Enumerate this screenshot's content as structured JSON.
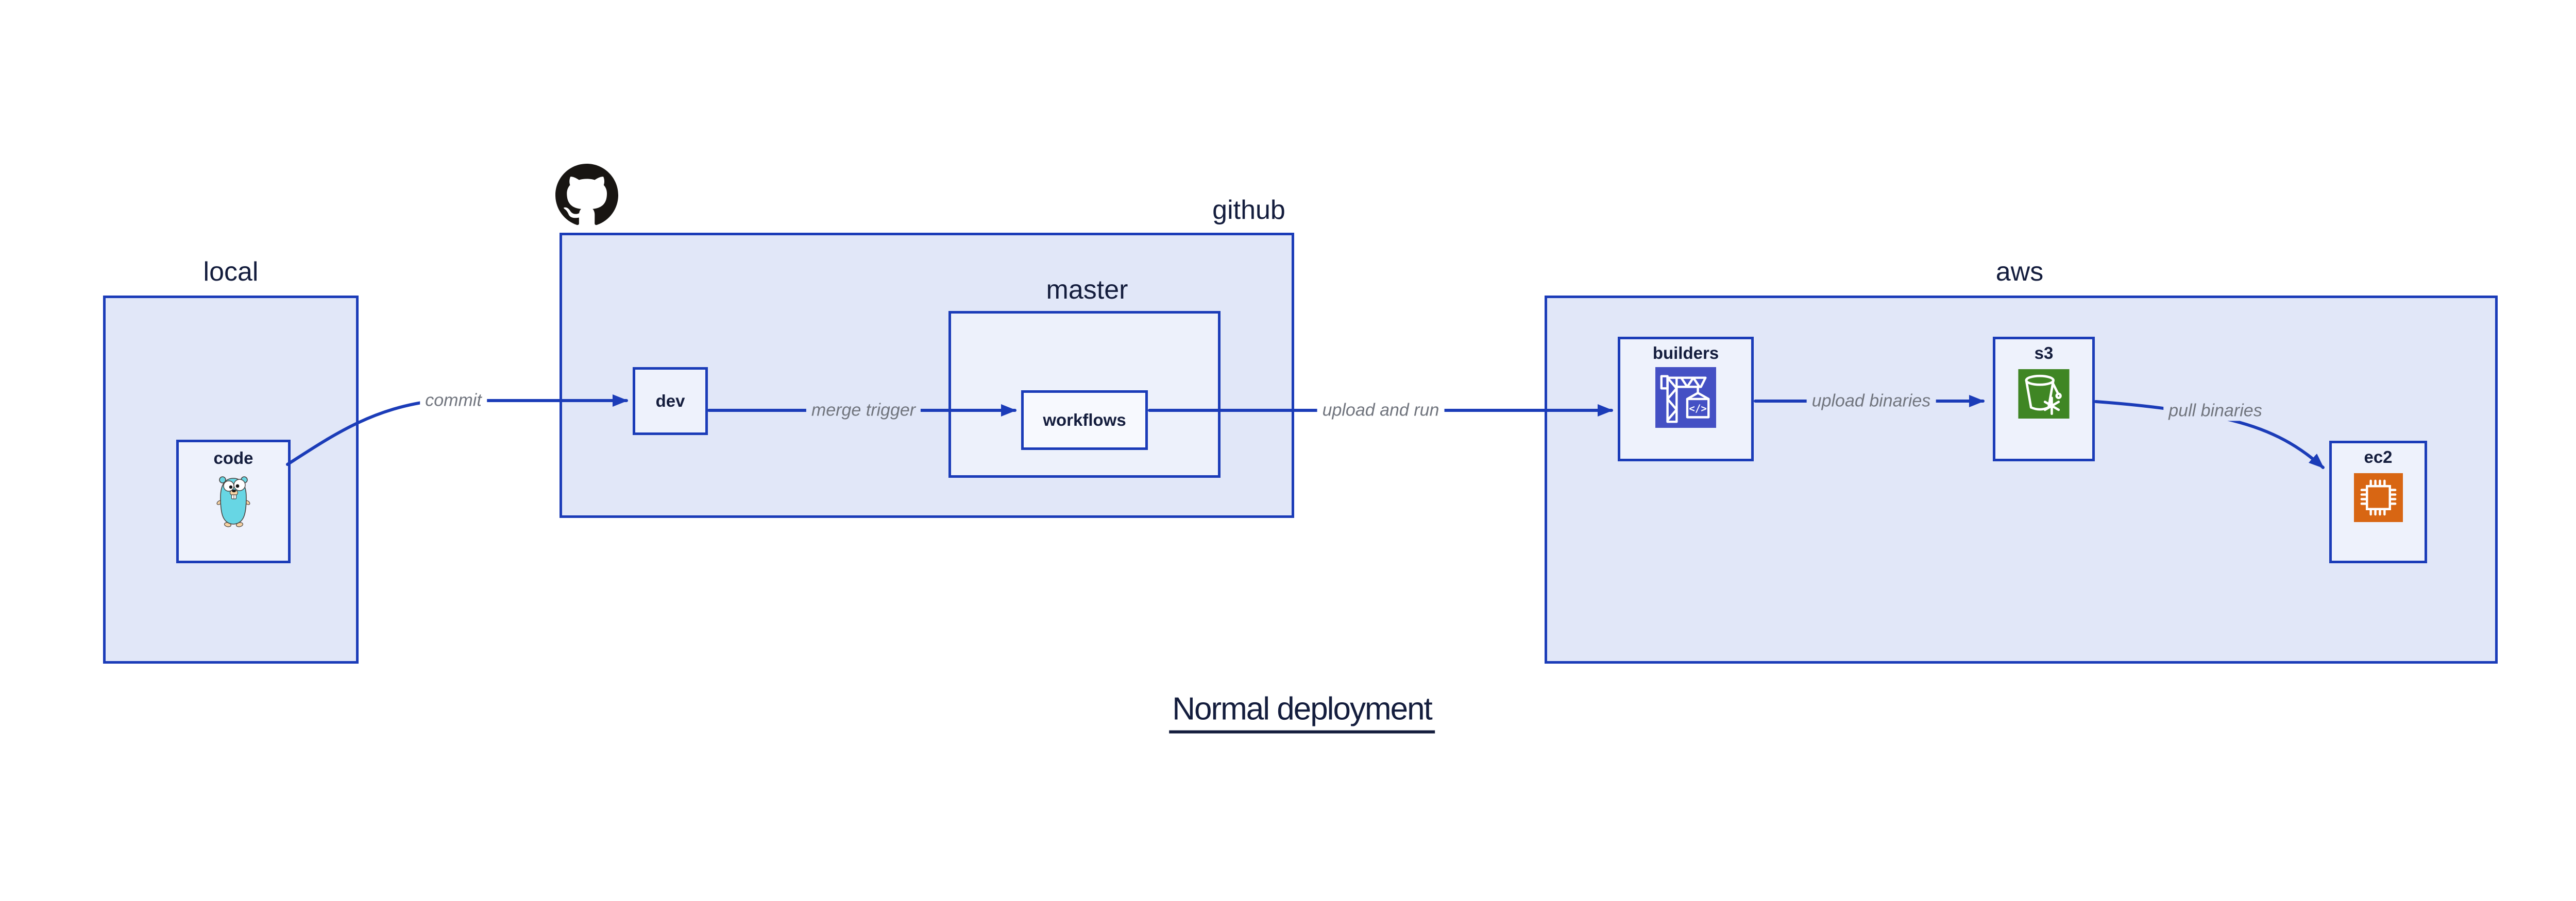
{
  "title": "Normal deployment",
  "groups": {
    "local": {
      "label": "local"
    },
    "github": {
      "label": "github",
      "logo_icon": "github-octocat-icon"
    },
    "master": {
      "label": "master"
    },
    "aws": {
      "label": "aws"
    }
  },
  "nodes": {
    "code": {
      "label": "code",
      "icon": "go-gopher-icon",
      "group": "local"
    },
    "dev": {
      "label": "dev",
      "group": "github"
    },
    "workflows": {
      "label": "workflows",
      "group": "master"
    },
    "builders": {
      "label": "builders",
      "icon": "aws-codebuild-crane-icon",
      "group": "aws"
    },
    "s3": {
      "label": "s3",
      "icon": "aws-s3-glacier-bucket-icon",
      "group": "aws"
    },
    "ec2": {
      "label": "ec2",
      "icon": "aws-ec2-chip-icon",
      "group": "aws"
    }
  },
  "edges": [
    {
      "label": "commit",
      "from": "code",
      "to": "dev"
    },
    {
      "label": "merge trigger",
      "from": "dev",
      "to": "workflows"
    },
    {
      "label": "upload and run",
      "from": "workflows",
      "to": "builders"
    },
    {
      "label": "upload binaries",
      "from": "builders",
      "to": "s3"
    },
    {
      "label": "pull binaries",
      "from": "s3",
      "to": "ec2"
    }
  ],
  "colors": {
    "background": "#ffffff",
    "border_and_arrow_blue": "#1b3cb8",
    "container_fill": "#e1e7f8",
    "master_fill": "#edf1fb",
    "node_fill": "#eef2fc",
    "workflows_fill": "#f7f9fe",
    "heading_navy": "#141d3d",
    "edge_label_gray": "#71757e",
    "octocat_black": "#181512",
    "gopher_teal": "#67d6e4",
    "codebuild_indigo": "#4450c4",
    "s3_green": "#3f8624",
    "ec2_orange": "#d86613"
  }
}
